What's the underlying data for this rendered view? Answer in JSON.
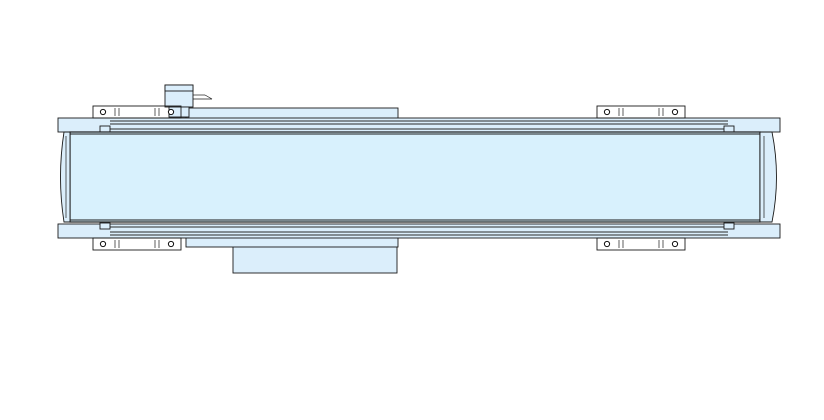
{
  "drawing": {
    "view": "top",
    "subject": "belt conveyor",
    "colors": {
      "background": "#ffffff",
      "belt": "#d8f1fd",
      "part_fill": "#dbeefb",
      "outline": "#1a1a1a",
      "rail": "#2a2a2a",
      "mounting_hole": "#111111"
    },
    "components": {
      "belt": {
        "icon": "belt-surface"
      },
      "head_pulley": {
        "icon": "pulley-drum"
      },
      "tail_pulley": {
        "icon": "pulley-drum"
      },
      "top_rail": {
        "icon": "side-rail"
      },
      "bottom_rail": {
        "icon": "side-rail"
      },
      "drive_motor": {
        "icon": "gearmotor-box"
      },
      "sensor": {
        "icon": "proximity-sensor"
      },
      "mounting_brackets": {
        "count": 4,
        "icon": "foot-bracket"
      }
    }
  }
}
